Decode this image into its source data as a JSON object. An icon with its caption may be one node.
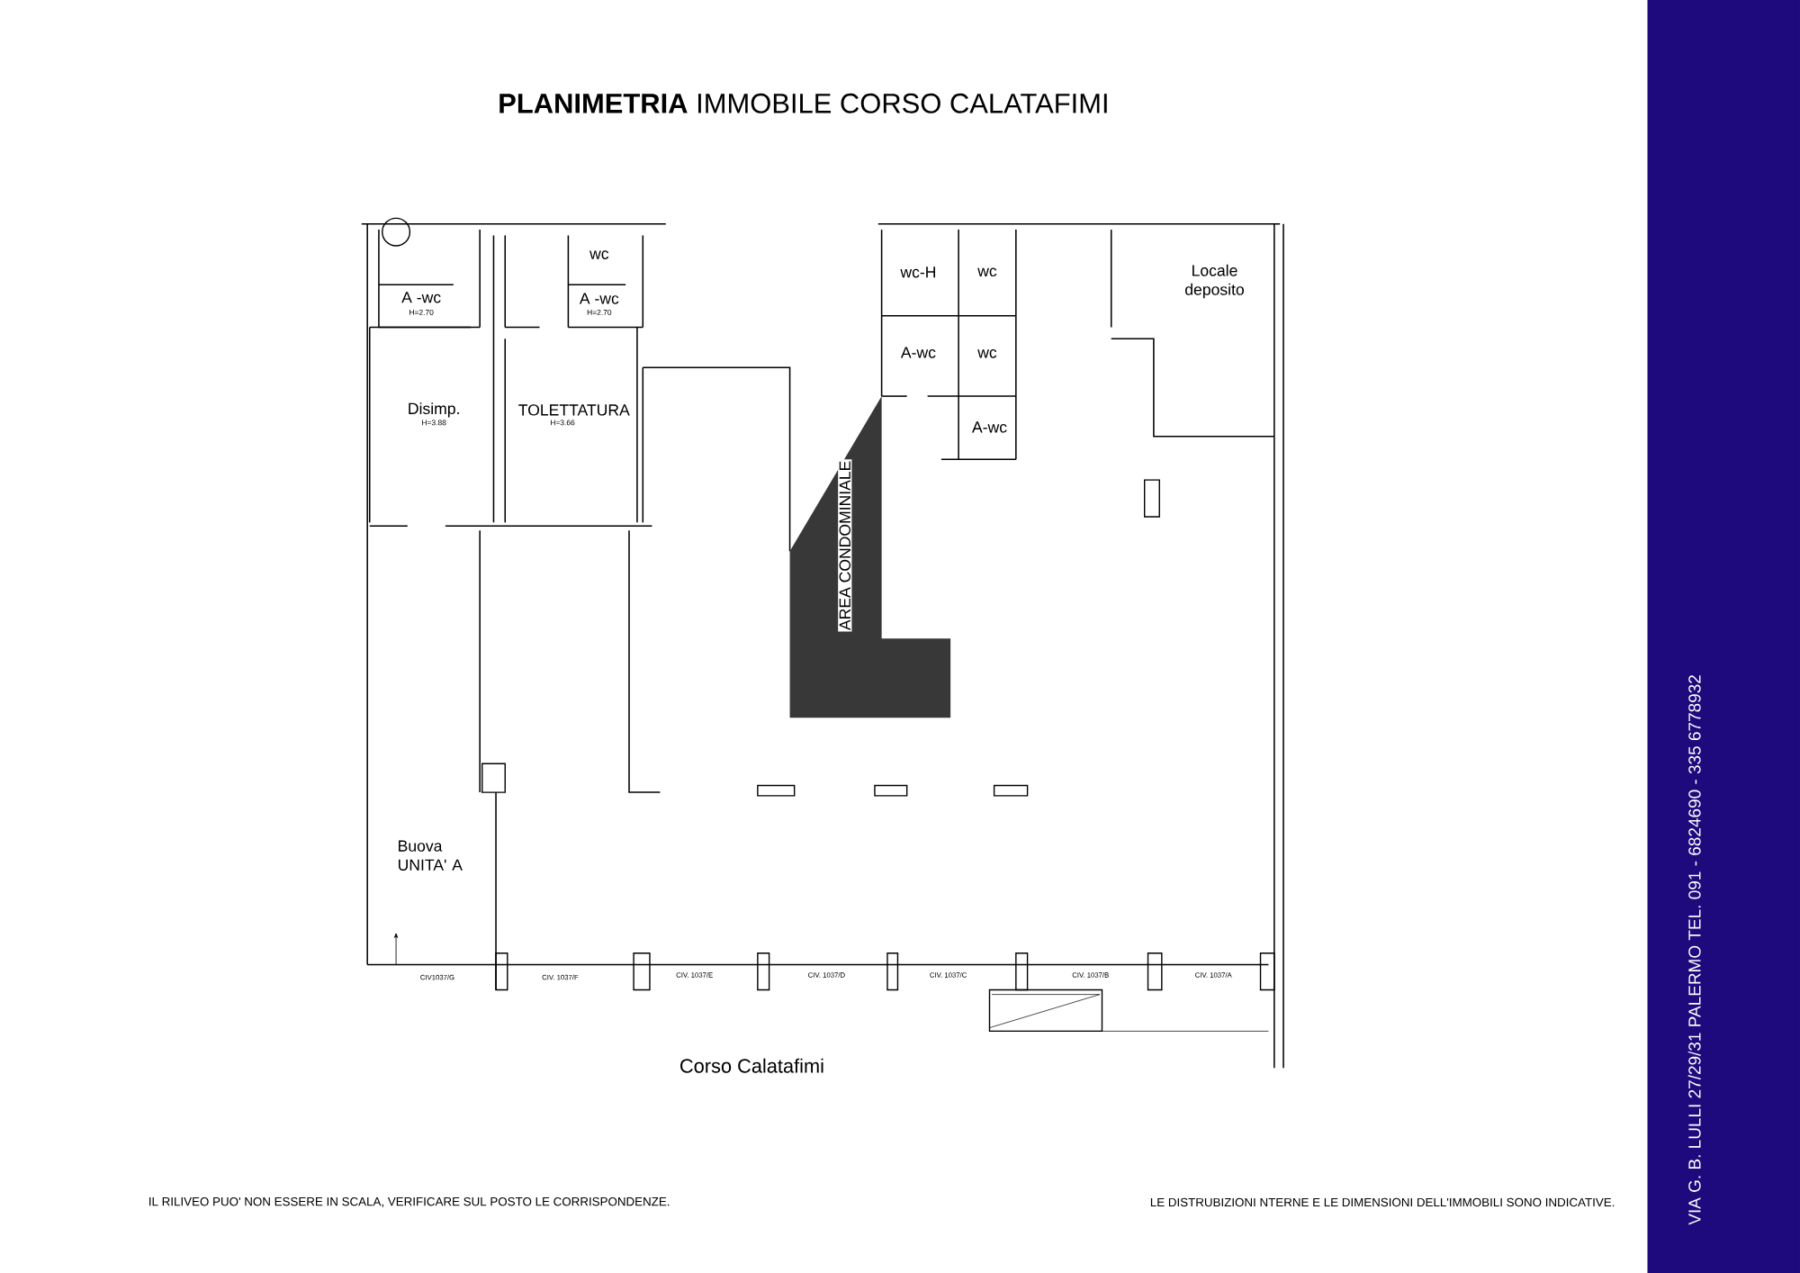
{
  "diagram": {
    "title": "**PLANIMETRIA**  IMMOBILE  CORSO CALATAFIMI",
    "labels": [
      "wc",
      "A -wc",
      "H=2.70",
      "A -wc",
      "H=2.70",
      "Disimp.",
      "H=3.88",
      "TOLETTATURA",
      "H=3.66",
      "wc-H",
      "wc",
      "Locale deposito",
      "A-wc",
      "wc",
      "A-wc",
      "AREA CONDOMINIALE",
      "Buova UNITA' A",
      "CIV1037/G",
      "CIV. 1037/F",
      "CIV. 1037/E",
      "CIV. 1037/D",
      "CIV. 1037/C",
      "CIV. 1037/B",
      "CIV. 1037/A",
      "Corso Calatafimi",
      "IL RILIVEO PUO' NON ESSERE IN SCALA, VERIFICARE SUL POSTO LE CORRISPONDENZE.",
      "LE DISTRUBIZIONI NTERNE E LE DIMENSIONI DELL'IMMOBILI SONO INDICATIVE.",
      "VIA G. B. LULLI 27/29/31 PALERMO TEL. 091 - 6824690 - 335 6778932"
    ]
  }
}
